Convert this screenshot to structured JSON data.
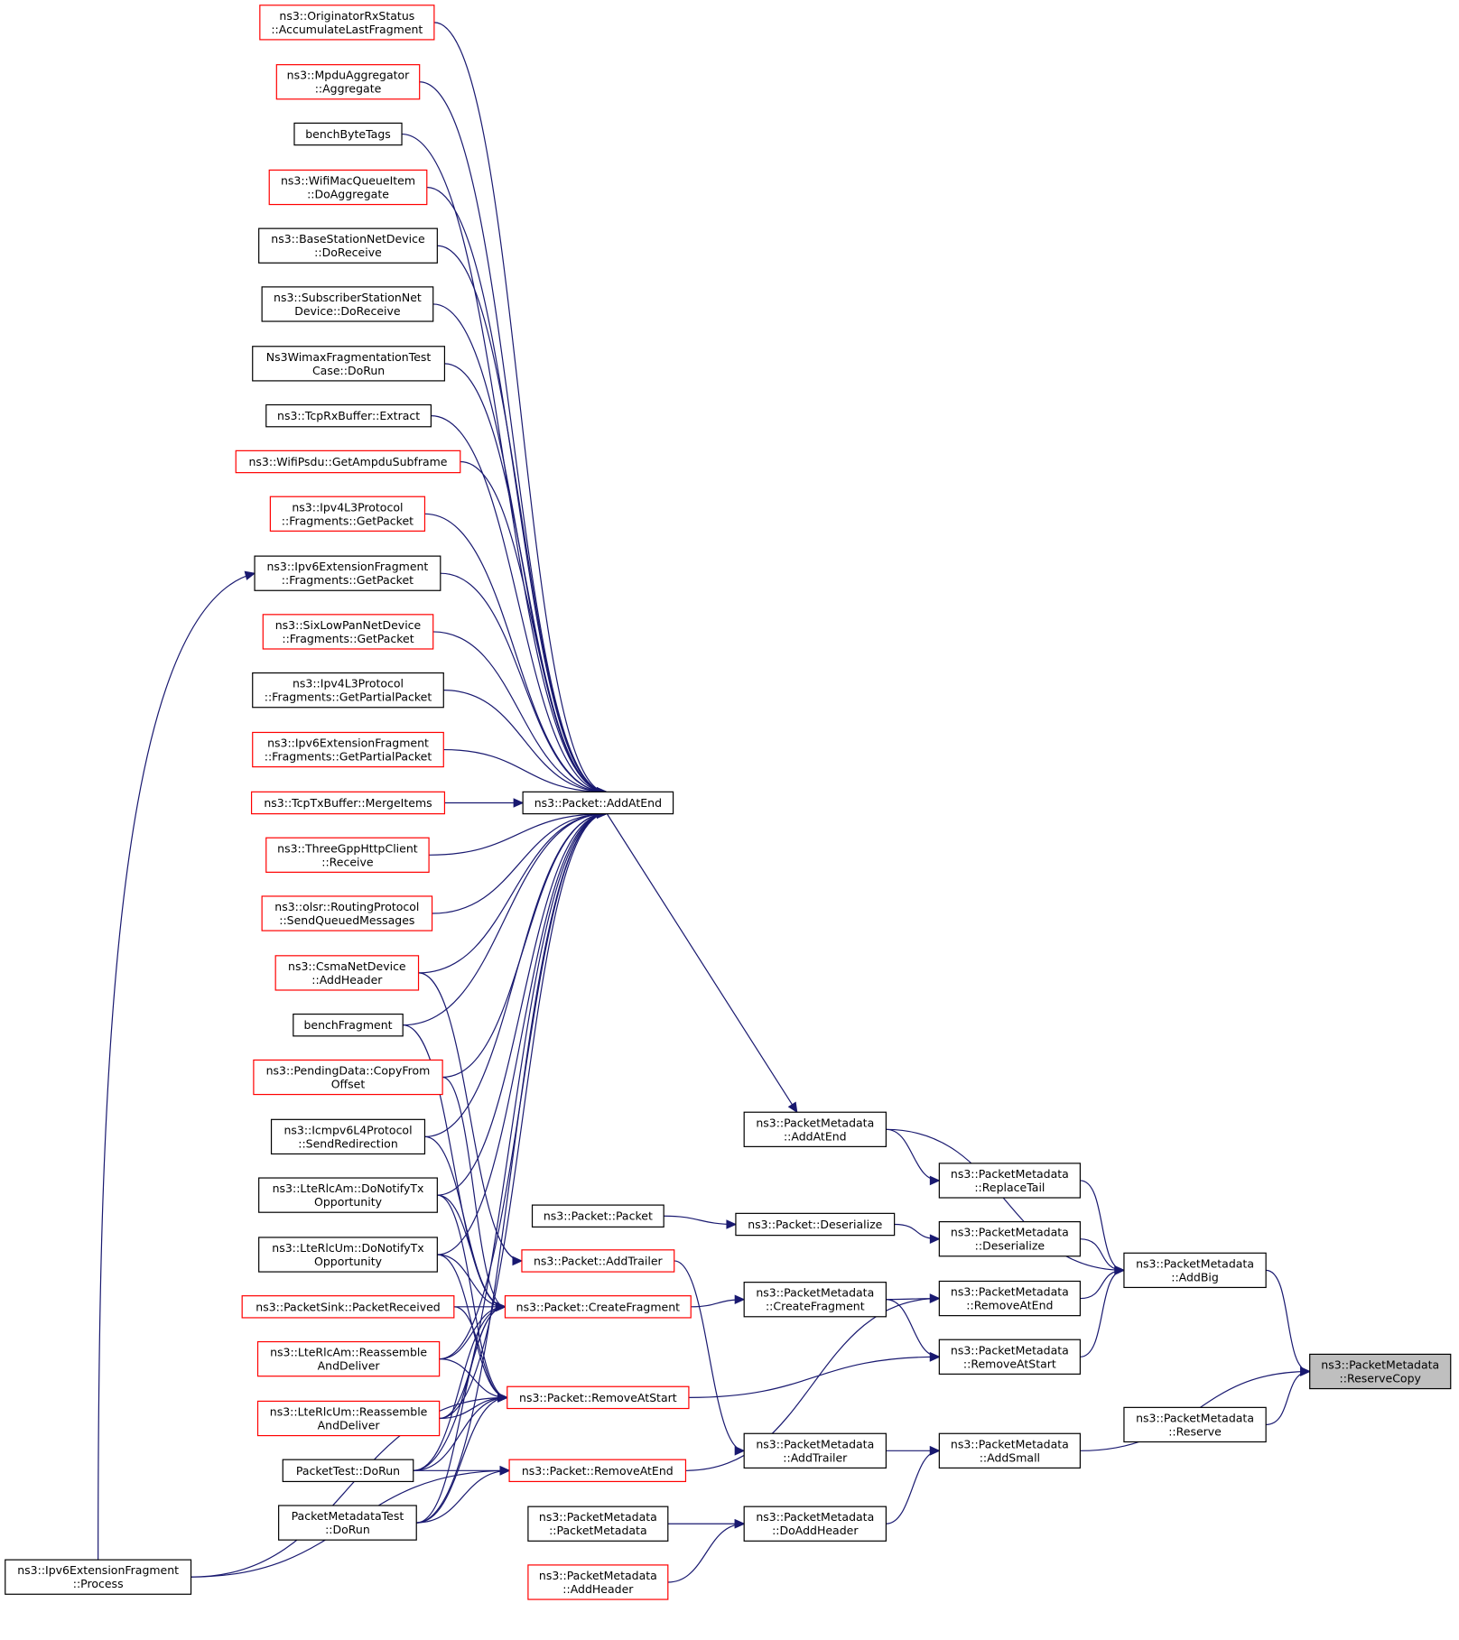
{
  "colors": {
    "edge": "#191970",
    "border_black": "#000000",
    "border_red": "#ff0000",
    "target_fill": "#bfbfbf",
    "node_fill": "#ffffff"
  },
  "graph": {
    "nodes": {
      "origRx": {
        "lines": [
          "ns3::OriginatorRxStatus",
          "::AccumulateLastFragment"
        ],
        "style": "red"
      },
      "mpduAgg": {
        "lines": [
          "ns3::MpduAggregator",
          "::Aggregate"
        ],
        "style": "red"
      },
      "benchByteTags": {
        "lines": [
          "benchByteTags"
        ],
        "style": "black"
      },
      "wifiMacQ": {
        "lines": [
          "ns3::WifiMacQueueItem",
          "::DoAggregate"
        ],
        "style": "red"
      },
      "bsNetDev": {
        "lines": [
          "ns3::BaseStationNetDevice",
          "::DoReceive"
        ],
        "style": "black"
      },
      "ssNetDev": {
        "lines": [
          "ns3::SubscriberStationNet",
          "Device::DoReceive"
        ],
        "style": "black"
      },
      "wimaxFrag": {
        "lines": [
          "Ns3WimaxFragmentationTest",
          "Case::DoRun"
        ],
        "style": "black"
      },
      "tcpRx": {
        "lines": [
          "ns3::TcpRxBuffer::Extract"
        ],
        "style": "black"
      },
      "wifiPsdu": {
        "lines": [
          "ns3::WifiPsdu::GetAmpduSubframe"
        ],
        "style": "red"
      },
      "ipv4FragGet": {
        "lines": [
          "ns3::Ipv4L3Protocol",
          "::Fragments::GetPacket"
        ],
        "style": "red"
      },
      "ipv6FragGet": {
        "lines": [
          "ns3::Ipv6ExtensionFragment",
          "::Fragments::GetPacket"
        ],
        "style": "black"
      },
      "sixLow": {
        "lines": [
          "ns3::SixLowPanNetDevice",
          "::Fragments::GetPacket"
        ],
        "style": "red"
      },
      "ipv4FragPartial": {
        "lines": [
          "ns3::Ipv4L3Protocol",
          "::Fragments::GetPartialPacket"
        ],
        "style": "black"
      },
      "ipv6FragPartial": {
        "lines": [
          "ns3::Ipv6ExtensionFragment",
          "::Fragments::GetPartialPacket"
        ],
        "style": "red"
      },
      "tcpTx": {
        "lines": [
          "ns3::TcpTxBuffer::MergeItems"
        ],
        "style": "red"
      },
      "threeGpp": {
        "lines": [
          "ns3::ThreeGppHttpClient",
          "::Receive"
        ],
        "style": "red"
      },
      "olsr": {
        "lines": [
          "ns3::olsr::RoutingProtocol",
          "::SendQueuedMessages"
        ],
        "style": "red"
      },
      "csma": {
        "lines": [
          "ns3::CsmaNetDevice",
          "::AddHeader"
        ],
        "style": "red"
      },
      "benchFragment": {
        "lines": [
          "benchFragment"
        ],
        "style": "black"
      },
      "pendingData": {
        "lines": [
          "ns3::PendingData::CopyFrom",
          "Offset"
        ],
        "style": "red"
      },
      "icmpv6": {
        "lines": [
          "ns3::Icmpv6L4Protocol",
          "::SendRedirection"
        ],
        "style": "black"
      },
      "lteAmNotify": {
        "lines": [
          "ns3::LteRlcAm::DoNotifyTx",
          "Opportunity"
        ],
        "style": "black"
      },
      "lteUmNotify": {
        "lines": [
          "ns3::LteRlcUm::DoNotifyTx",
          "Opportunity"
        ],
        "style": "black"
      },
      "packetSink": {
        "lines": [
          "ns3::PacketSink::PacketReceived"
        ],
        "style": "red"
      },
      "lteAmReass": {
        "lines": [
          "ns3::LteRlcAm::Reassemble",
          "AndDeliver"
        ],
        "style": "red"
      },
      "lteUmReass": {
        "lines": [
          "ns3::LteRlcUm::Reassemble",
          "AndDeliver"
        ],
        "style": "red"
      },
      "packetTest": {
        "lines": [
          "PacketTest::DoRun"
        ],
        "style": "black"
      },
      "pmTest": {
        "lines": [
          "PacketMetadataTest",
          "::DoRun"
        ],
        "style": "black"
      },
      "ipv6Process": {
        "lines": [
          "ns3::Ipv6ExtensionFragment",
          "::Process"
        ],
        "style": "black"
      },
      "pktAddAtEnd": {
        "lines": [
          "ns3::Packet::AddAtEnd"
        ],
        "style": "black"
      },
      "pktPacket": {
        "lines": [
          "ns3::Packet::Packet"
        ],
        "style": "black"
      },
      "pktAddTrailer": {
        "lines": [
          "ns3::Packet::AddTrailer"
        ],
        "style": "red"
      },
      "pktCreateFrag": {
        "lines": [
          "ns3::Packet::CreateFragment"
        ],
        "style": "red"
      },
      "pktRemoveStart": {
        "lines": [
          "ns3::Packet::RemoveAtStart"
        ],
        "style": "red"
      },
      "pktRemoveEnd": {
        "lines": [
          "ns3::Packet::RemoveAtEnd"
        ],
        "style": "red"
      },
      "pmCtor": {
        "lines": [
          "ns3::PacketMetadata",
          "::PacketMetadata"
        ],
        "style": "black"
      },
      "pmAddHeader": {
        "lines": [
          "ns3::PacketMetadata",
          "::AddHeader"
        ],
        "style": "red"
      },
      "pmAddAtEnd": {
        "lines": [
          "ns3::PacketMetadata",
          "::AddAtEnd"
        ],
        "style": "black"
      },
      "pktDeserialize": {
        "lines": [
          "ns3::Packet::Deserialize"
        ],
        "style": "black"
      },
      "pmCreateFrag": {
        "lines": [
          "ns3::PacketMetadata",
          "::CreateFragment"
        ],
        "style": "black"
      },
      "pmAddTrailer": {
        "lines": [
          "ns3::PacketMetadata",
          "::AddTrailer"
        ],
        "style": "black"
      },
      "pmDoAddHeader": {
        "lines": [
          "ns3::PacketMetadata",
          "::DoAddHeader"
        ],
        "style": "black"
      },
      "pmReplaceTail": {
        "lines": [
          "ns3::PacketMetadata",
          "::ReplaceTail"
        ],
        "style": "black"
      },
      "pmDeserialize": {
        "lines": [
          "ns3::PacketMetadata",
          "::Deserialize"
        ],
        "style": "black"
      },
      "pmRemoveEnd": {
        "lines": [
          "ns3::PacketMetadata",
          "::RemoveAtEnd"
        ],
        "style": "black"
      },
      "pmRemoveStart": {
        "lines": [
          "ns3::PacketMetadata",
          "::RemoveAtStart"
        ],
        "style": "black"
      },
      "pmAddSmall": {
        "lines": [
          "ns3::PacketMetadata",
          "::AddSmall"
        ],
        "style": "black"
      },
      "pmAddBig": {
        "lines": [
          "ns3::PacketMetadata",
          "::AddBig"
        ],
        "style": "black"
      },
      "pmReserve": {
        "lines": [
          "ns3::PacketMetadata",
          "::Reserve"
        ],
        "style": "black"
      },
      "pmReserveCopy": {
        "lines": [
          "ns3::PacketMetadata",
          "::ReserveCopy"
        ],
        "style": "target"
      }
    },
    "edges": [
      [
        "origRx",
        "pktAddAtEnd"
      ],
      [
        "mpduAgg",
        "pktAddAtEnd"
      ],
      [
        "benchByteTags",
        "pktAddAtEnd"
      ],
      [
        "wifiMacQ",
        "pktAddAtEnd"
      ],
      [
        "bsNetDev",
        "pktAddAtEnd"
      ],
      [
        "ssNetDev",
        "pktAddAtEnd"
      ],
      [
        "wimaxFrag",
        "pktAddAtEnd"
      ],
      [
        "tcpRx",
        "pktAddAtEnd"
      ],
      [
        "wifiPsdu",
        "pktAddAtEnd"
      ],
      [
        "ipv4FragGet",
        "pktAddAtEnd"
      ],
      [
        "ipv6FragGet",
        "pktAddAtEnd"
      ],
      [
        "sixLow",
        "pktAddAtEnd"
      ],
      [
        "ipv4FragPartial",
        "pktAddAtEnd"
      ],
      [
        "ipv6FragPartial",
        "pktAddAtEnd"
      ],
      [
        "tcpTx",
        "pktAddAtEnd"
      ],
      [
        "threeGpp",
        "pktAddAtEnd"
      ],
      [
        "olsr",
        "pktAddAtEnd"
      ],
      [
        "csma",
        "pktAddAtEnd"
      ],
      [
        "benchFragment",
        "pktAddAtEnd"
      ],
      [
        "pendingData",
        "pktAddAtEnd"
      ],
      [
        "icmpv6",
        "pktAddAtEnd"
      ],
      [
        "lteAmNotify",
        "pktAddAtEnd"
      ],
      [
        "lteUmNotify",
        "pktAddAtEnd"
      ],
      [
        "lteAmReass",
        "pktAddAtEnd"
      ],
      [
        "lteUmReass",
        "pktAddAtEnd"
      ],
      [
        "packetTest",
        "pktAddAtEnd"
      ],
      [
        "pmTest",
        "pktAddAtEnd"
      ],
      [
        "ipv6Process",
        "ipv6FragGet"
      ],
      [
        "csma",
        "pktAddTrailer"
      ],
      [
        "benchFragment",
        "pktCreateFrag"
      ],
      [
        "pendingData",
        "pktCreateFrag"
      ],
      [
        "icmpv6",
        "pktCreateFrag"
      ],
      [
        "lteAmNotify",
        "pktCreateFrag"
      ],
      [
        "lteUmNotify",
        "pktCreateFrag"
      ],
      [
        "packetSink",
        "pktCreateFrag"
      ],
      [
        "lteAmReass",
        "pktCreateFrag"
      ],
      [
        "lteUmReass",
        "pktCreateFrag"
      ],
      [
        "packetTest",
        "pktCreateFrag"
      ],
      [
        "pmTest",
        "pktCreateFrag"
      ],
      [
        "lteAmNotify",
        "pktRemoveStart"
      ],
      [
        "lteUmNotify",
        "pktRemoveStart"
      ],
      [
        "packetSink",
        "pktRemoveStart"
      ],
      [
        "lteAmReass",
        "pktRemoveStart"
      ],
      [
        "lteUmReass",
        "pktRemoveStart"
      ],
      [
        "packetTest",
        "pktRemoveStart"
      ],
      [
        "pmTest",
        "pktRemoveStart"
      ],
      [
        "ipv6Process",
        "pktRemoveStart"
      ],
      [
        "packetTest",
        "pktRemoveEnd"
      ],
      [
        "pmTest",
        "pktRemoveEnd"
      ],
      [
        "ipv6Process",
        "pktRemoveEnd"
      ],
      [
        "pktAddAtEnd",
        "pmAddAtEnd"
      ],
      [
        "pktPacket",
        "pktDeserialize"
      ],
      [
        "pktAddTrailer",
        "pmAddTrailer"
      ],
      [
        "pktCreateFrag",
        "pmCreateFrag"
      ],
      [
        "pktRemoveStart",
        "pmRemoveStart"
      ],
      [
        "pktRemoveEnd",
        "pmRemoveEnd"
      ],
      [
        "pmAddAtEnd",
        "pmReplaceTail"
      ],
      [
        "pktDeserialize",
        "pmDeserialize"
      ],
      [
        "pmCreateFrag",
        "pmRemoveEnd"
      ],
      [
        "pmCreateFrag",
        "pmRemoveStart"
      ],
      [
        "pmAddTrailer",
        "pmAddSmall"
      ],
      [
        "pmCtor",
        "pmDoAddHeader"
      ],
      [
        "pmAddHeader",
        "pmDoAddHeader"
      ],
      [
        "pmDoAddHeader",
        "pmAddSmall"
      ],
      [
        "pmAddAtEnd",
        "pmAddBig"
      ],
      [
        "pmReplaceTail",
        "pmAddBig"
      ],
      [
        "pmDeserialize",
        "pmAddBig"
      ],
      [
        "pmRemoveEnd",
        "pmAddBig"
      ],
      [
        "pmRemoveStart",
        "pmAddBig"
      ],
      [
        "pmAddBig",
        "pmReserveCopy"
      ],
      [
        "pmAddSmall",
        "pmReserveCopy"
      ],
      [
        "pmReserve",
        "pmReserveCopy"
      ]
    ]
  }
}
